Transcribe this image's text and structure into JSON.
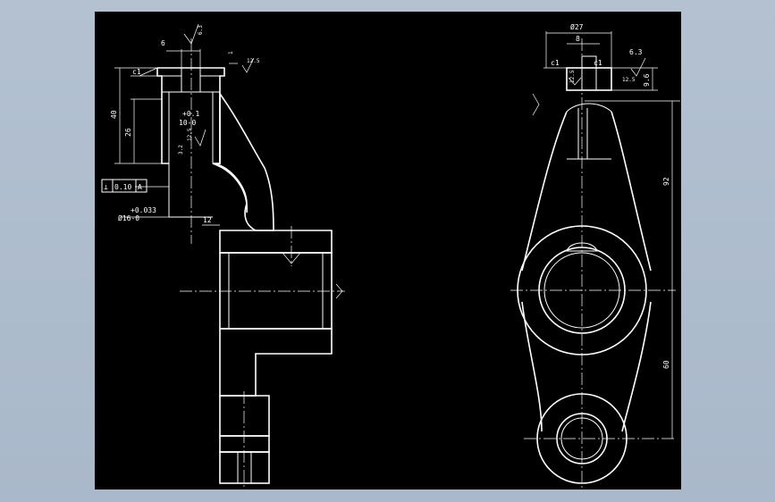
{
  "colors": {
    "background": "#a9b8ca",
    "canvas": "#000000",
    "lines": "#ffffff"
  },
  "left_view": {
    "dim_width_top": "6",
    "dim_total_height": "40",
    "dim_bore_depth": "26",
    "chamfer_label": "c1",
    "tolerance_upper": "+0.1",
    "tolerance_lower": "10-0",
    "roughness_top": "12.5",
    "roughness_bore": "12.5",
    "roughness_small": "3.2",
    "roughness_side": "6.3",
    "small_dim_1": "1",
    "geo_tol_symbol": "⊥",
    "geo_tol_value": "0.10",
    "geo_tol_datum": "A",
    "shaft_tol_upper": "+0.033",
    "shaft_dia": "Ø16-0",
    "dim_12": "12"
  },
  "right_view": {
    "dim_outer_dia": "Ø27",
    "dim_slot": "8",
    "chamfer_left": "c1",
    "chamfer_right": "c1",
    "roughness_top": "6.3",
    "dim_height_small": "9.6",
    "roughness_mid": "12.5",
    "roughness_small": "12.5",
    "dim_92": "92",
    "dim_60": "60"
  }
}
